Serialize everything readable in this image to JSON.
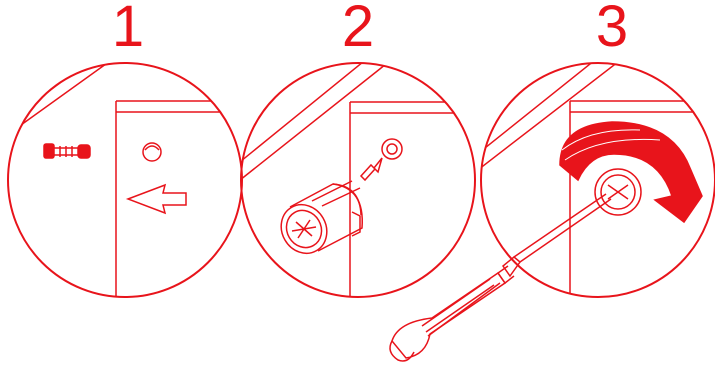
{
  "colors": {
    "line": "#e8141b",
    "fill": "#e8141b",
    "background": "#ffffff"
  },
  "steps": [
    {
      "number": "1",
      "icon": "cam-bolt-insert-icon"
    },
    {
      "number": "2",
      "icon": "cam-lock-insert-icon"
    },
    {
      "number": "3",
      "icon": "screwdriver-tighten-icon"
    }
  ]
}
